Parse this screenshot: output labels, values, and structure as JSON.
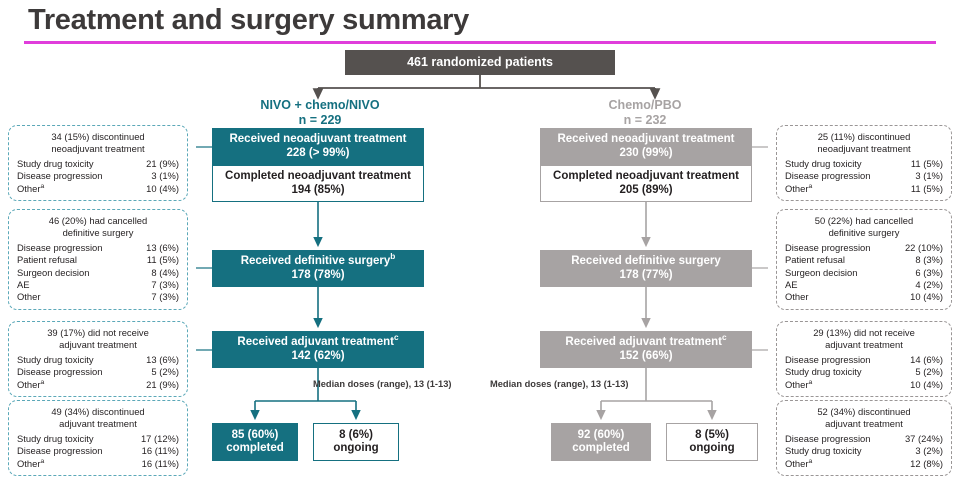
{
  "title": "Treatment and surgery summary",
  "colors": {
    "teal": "#157080",
    "gray": "#a7a3a3",
    "dark": "#55514f",
    "accent_rule": "#e03ddb",
    "teal_dash": "#5ba8b8",
    "gray_dash": "#9a9696"
  },
  "top": {
    "label": "461 randomized patients"
  },
  "arms": {
    "left": {
      "name": "NIVO + chemo/NIVO",
      "n": "n = 229"
    },
    "right": {
      "name": "Chemo/PBO",
      "n": "n = 232"
    }
  },
  "flow": {
    "left": {
      "received_neoadjuvant": {
        "line1": "Received neoadjuvant treatment",
        "line2": "228 (> 99%)"
      },
      "completed_neoadjuvant": {
        "line1": "Completed neoadjuvant treatment",
        "line2": "194 (85%)"
      },
      "definitive_surgery": {
        "line1": "Received definitive surgery",
        "sup": "b",
        "line2": "178 (78%)"
      },
      "adjuvant_treatment": {
        "line1": "Received adjuvant treatment",
        "sup": "c",
        "line2": "142 (62%)"
      },
      "median_doses": "Median doses (range), 13 (1-13)",
      "completed": {
        "line1": "85 (60%)",
        "line2": "completed"
      },
      "ongoing": {
        "line1": "8 (6%)",
        "line2": "ongoing"
      }
    },
    "right": {
      "received_neoadjuvant": {
        "line1": "Received neoadjuvant treatment",
        "line2": "230 (99%)"
      },
      "completed_neoadjuvant": {
        "line1": "Completed neoadjuvant treatment",
        "line2": "205 (89%)"
      },
      "definitive_surgery": {
        "line1": "Received definitive surgery",
        "sup": "",
        "line2": "178 (77%)"
      },
      "adjuvant_treatment": {
        "line1": "Received adjuvant treatment",
        "sup": "c",
        "line2": "152 (66%)"
      },
      "median_doses": "Median doses (range), 13 (1-13)",
      "completed": {
        "line1": "92 (60%)",
        "line2": "completed"
      },
      "ongoing": {
        "line1": "8 (5%)",
        "line2": "ongoing"
      }
    }
  },
  "side_left": [
    {
      "header_line1": "34 (15%) discontinued",
      "header_line2": "neoadjuvant treatment",
      "rows": [
        {
          "label": "Study drug toxicity",
          "sup": "",
          "value": "21 (9%)"
        },
        {
          "label": "Disease progression",
          "sup": "",
          "value": "3 (1%)"
        },
        {
          "label": "Other",
          "sup": "a",
          "value": "10 (4%)"
        }
      ]
    },
    {
      "header_line1": "46 (20%) had cancelled",
      "header_line2": "definitive surgery",
      "rows": [
        {
          "label": "Disease progression",
          "sup": "",
          "value": "13 (6%)"
        },
        {
          "label": "Patient refusal",
          "sup": "",
          "value": "11 (5%)"
        },
        {
          "label": "Surgeon decision",
          "sup": "",
          "value": "8 (4%)"
        },
        {
          "label": "AE",
          "sup": "",
          "value": "7 (3%)"
        },
        {
          "label": "Other",
          "sup": "",
          "value": "7 (3%)"
        }
      ]
    },
    {
      "header_line1": "39 (17%) did not receive",
      "header_line2": "adjuvant treatment",
      "rows": [
        {
          "label": "Study drug toxicity",
          "sup": "",
          "value": "13 (6%)"
        },
        {
          "label": "Disease progression",
          "sup": "",
          "value": "5 (2%)"
        },
        {
          "label": "Other",
          "sup": "a",
          "value": "21 (9%)"
        }
      ]
    },
    {
      "header_line1": "49 (34%) discontinued",
      "header_line2": "adjuvant treatment",
      "rows": [
        {
          "label": "Study drug toxicity",
          "sup": "",
          "value": "17 (12%)"
        },
        {
          "label": "Disease progression",
          "sup": "",
          "value": "16 (11%)"
        },
        {
          "label": "Other",
          "sup": "a",
          "value": "16 (11%)"
        }
      ]
    }
  ],
  "side_right": [
    {
      "header_line1": "25 (11%) discontinued",
      "header_line2": "neoadjuvant treatment",
      "rows": [
        {
          "label": "Study drug toxicity",
          "sup": "",
          "value": "11 (5%)"
        },
        {
          "label": "Disease progression",
          "sup": "",
          "value": "3 (1%)"
        },
        {
          "label": "Other",
          "sup": "a",
          "value": "11 (5%)"
        }
      ]
    },
    {
      "header_line1": "50 (22%) had cancelled",
      "header_line2": "definitive surgery",
      "rows": [
        {
          "label": "Disease progression",
          "sup": "",
          "value": "22 (10%)"
        },
        {
          "label": "Patient refusal",
          "sup": "",
          "value": "8 (3%)"
        },
        {
          "label": "Surgeon decision",
          "sup": "",
          "value": "6 (3%)"
        },
        {
          "label": "AE",
          "sup": "",
          "value": "4 (2%)"
        },
        {
          "label": "Other",
          "sup": "",
          "value": "10 (4%)"
        }
      ]
    },
    {
      "header_line1": "29 (13%) did not receive",
      "header_line2": "adjuvant treatment",
      "rows": [
        {
          "label": "Disease progression",
          "sup": "",
          "value": "14 (6%)"
        },
        {
          "label": "Study drug toxicity",
          "sup": "",
          "value": "5 (2%)"
        },
        {
          "label": "Other",
          "sup": "a",
          "value": "10 (4%)"
        }
      ]
    },
    {
      "header_line1": "52 (34%) discontinued",
      "header_line2": "adjuvant treatment",
      "rows": [
        {
          "label": "Disease progression",
          "sup": "",
          "value": "37 (24%)"
        },
        {
          "label": "Study drug toxicity",
          "sup": "",
          "value": "3 (2%)"
        },
        {
          "label": "Other",
          "sup": "a",
          "value": "12 (8%)"
        }
      ]
    }
  ]
}
